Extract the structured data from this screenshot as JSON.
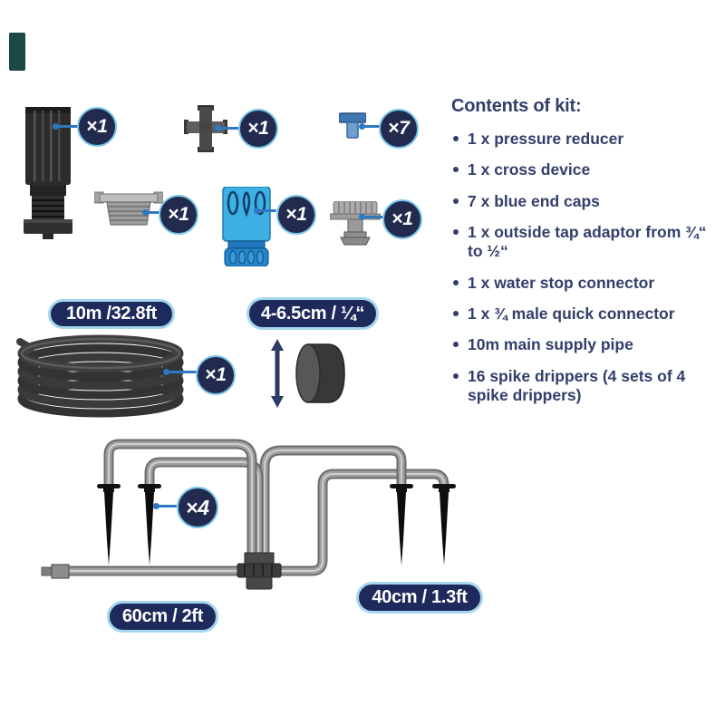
{
  "contents": {
    "title": "Contents of kit:",
    "items": [
      "1 x pressure reducer",
      "1 x cross device",
      "7 x blue end caps",
      "1 x outside tap adaptor from ¾“ to ½“",
      "1 x water stop connector",
      "1 x ¾ male quick connector",
      "10m main supply pipe",
      "16 spike drippers (4 sets of 4 spike drippers)"
    ]
  },
  "kit_items": {
    "pressure_reducer": {
      "badge": "×1"
    },
    "cross_device": {
      "badge": "×1"
    },
    "blue_end_cap": {
      "badge": "×7"
    },
    "tap_adaptor": {
      "badge": "×1"
    },
    "water_stop_connector": {
      "badge": "×1"
    },
    "male_quick_connector": {
      "badge": "×1"
    },
    "supply_pipe_coil": {
      "badge": "×1",
      "length_label": "10m /32.8ft"
    },
    "pipe_segment": {
      "diameter_label": "4-6.5cm / ¼“"
    },
    "spike_drippers": {
      "badge": "×4",
      "left_spacing_label": "60cm / 2ft",
      "right_spacing_label": "40cm / 1.3ft"
    }
  },
  "icons": [
    "pressure-reducer-icon",
    "cross-device-icon",
    "blue-end-cap-icon",
    "tap-adaptor-icon",
    "water-stop-connector-icon",
    "male-quick-connector-icon",
    "supply-pipe-coil-icon",
    "pipe-segment-icon",
    "diameter-arrow-icon",
    "spike-dripper-assembly-icon"
  ],
  "colors": {
    "text_navy": "#333e6b",
    "badge_bg": "#222b4d",
    "badge_ring": "#79c7ea",
    "pill_bg": "#1e2a5c",
    "pill_border": "#a5d6ef",
    "callout_blue": "#2e78c2",
    "corner_mark": "#1b4a44"
  }
}
